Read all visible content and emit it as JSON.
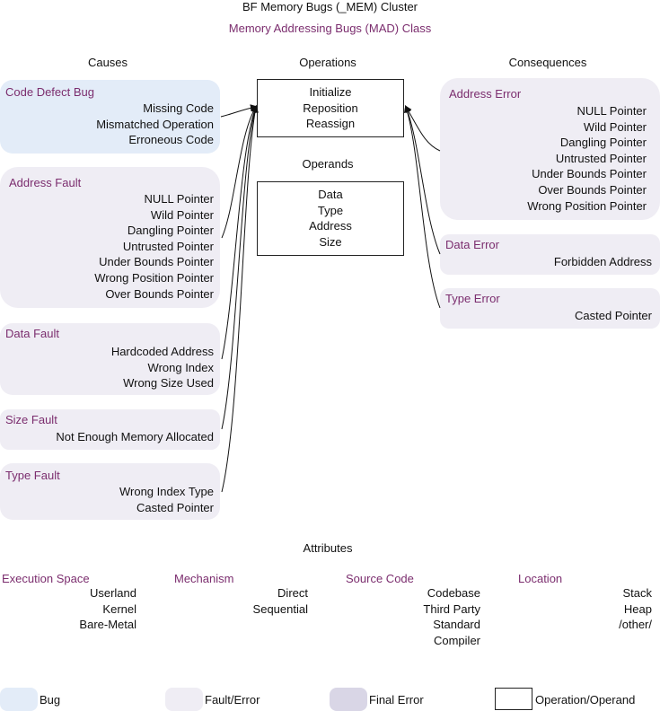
{
  "title": "BF Memory Bugs (_MEM) Cluster",
  "subtitle": "Memory Addressing Bugs (MAD) Class",
  "columns": {
    "causes": "Causes",
    "operations": "Operations",
    "consequences": "Consequences",
    "operands": "Operands"
  },
  "causes": [
    {
      "name": "Code Defect Bug",
      "kind": "bug",
      "items": [
        "Missing Code",
        "Mismatched Operation",
        "Erroneous Code"
      ]
    },
    {
      "name": "Address Fault",
      "kind": "fault",
      "items": [
        "NULL Pointer",
        "Wild Pointer",
        "Dangling Pointer",
        "Untrusted Pointer",
        "Under Bounds Pointer",
        "Wrong Position Pointer",
        "Over Bounds Pointer"
      ]
    },
    {
      "name": "Data Fault",
      "kind": "fault",
      "items": [
        "Hardcoded Address",
        "Wrong Index",
        "Wrong Size Used"
      ]
    },
    {
      "name": "Size Fault",
      "kind": "fault",
      "items": [
        "Not Enough Memory Allocated"
      ]
    },
    {
      "name": "Type Fault",
      "kind": "fault",
      "items": [
        "Wrong Index Type",
        "Casted Pointer"
      ]
    }
  ],
  "operations": [
    "Initialize",
    "Reposition",
    "Reassign"
  ],
  "operands": [
    "Data",
    "Type",
    "Address",
    "Size"
  ],
  "consequences": [
    {
      "name": "Address Error",
      "kind": "fault",
      "items": [
        "NULL Pointer",
        "Wild Pointer",
        "Dangling Pointer",
        "Untrusted Pointer",
        "Under Bounds Pointer",
        "Over Bounds Pointer",
        "Wrong Position Pointer"
      ]
    },
    {
      "name": "Data Error",
      "kind": "fault",
      "items": [
        "Forbidden Address"
      ]
    },
    {
      "name": "Type Error",
      "kind": "fault",
      "items": [
        "Casted Pointer"
      ]
    }
  ],
  "attributes": {
    "heading": "Attributes",
    "groups": [
      {
        "name": "Execution Space",
        "items": [
          "Userland",
          "Kernel",
          "Bare-Metal"
        ]
      },
      {
        "name": "Mechanism",
        "items": [
          "Direct",
          "Sequential"
        ]
      },
      {
        "name": "Source Code",
        "items": [
          "Codebase",
          "Third Party",
          "Standard",
          "Compiler"
        ]
      },
      {
        "name": "Location",
        "items": [
          "Stack",
          "Heap",
          "/other/"
        ]
      }
    ]
  },
  "legend": [
    {
      "label": "Bug",
      "color": "#e3ecf8"
    },
    {
      "label": "Fault/Error",
      "color": "#efedf4"
    },
    {
      "label": "Final Error",
      "color": "#d9d6e6"
    },
    {
      "label": "Operation/Operand",
      "color": "#ffffff"
    }
  ],
  "colors": {
    "accent_text": "#7b2d6e",
    "bug": "#e3ecf8",
    "fault": "#efedf4",
    "final": "#d9d6e6"
  }
}
